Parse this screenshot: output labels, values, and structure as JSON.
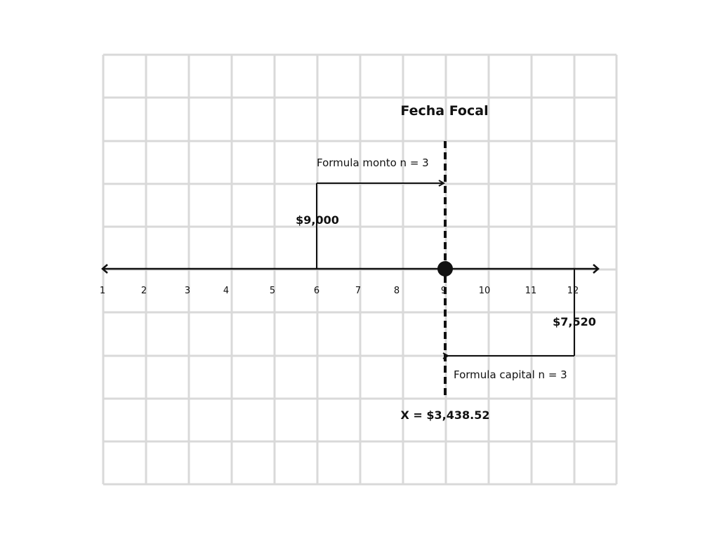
{
  "diagram": {
    "focal_title": "Fecha Focal",
    "ticks": [
      "1",
      "2",
      "3",
      "4",
      "5",
      "6",
      "7",
      "8",
      "9",
      "10",
      "11",
      "12"
    ],
    "focal_period": 9,
    "payments": [
      {
        "period": 6,
        "label": "$9,000",
        "formula": "Formula monto n = 3"
      },
      {
        "period": 12,
        "label": "$7,520",
        "formula": "Formula capital n = 3"
      }
    ],
    "result_label": "X = $3,438.52",
    "colors": {
      "grid": "#d9d9d9",
      "ink": "#111111"
    }
  }
}
